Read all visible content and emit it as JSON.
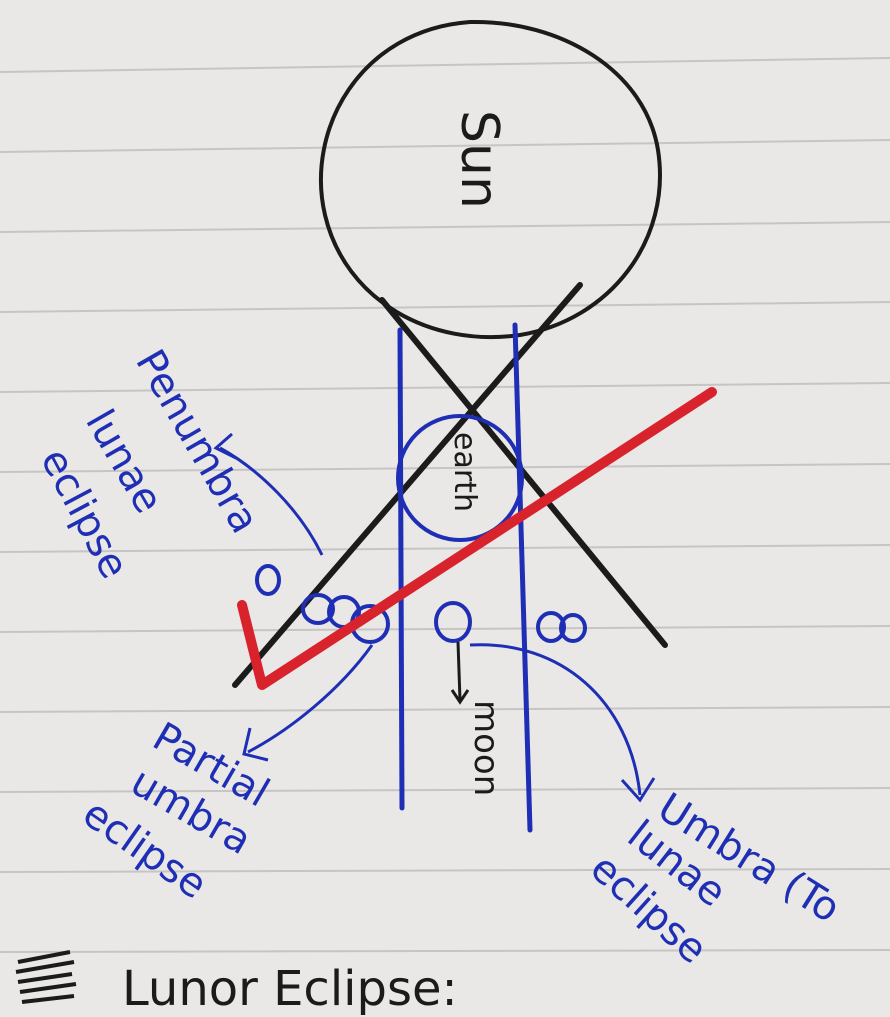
{
  "labels": {
    "sun": "Sun",
    "earth": "earth",
    "moon": "moon",
    "penumbra": [
      "Penumbra",
      "lunae",
      "eclipse"
    ],
    "partial": [
      "Partial",
      "umbra",
      "eclipse"
    ],
    "umbra": [
      "Umbra (To",
      "lunae",
      "eclipse"
    ],
    "heading": "Lunor Eclipse:"
  },
  "colors": {
    "paper": "#e9e8e6",
    "rule_line": "#c9c8c6",
    "pencil": "#1b1b1b",
    "pen_blue": "#1f2fb5",
    "red_mark": "#d8232c"
  }
}
